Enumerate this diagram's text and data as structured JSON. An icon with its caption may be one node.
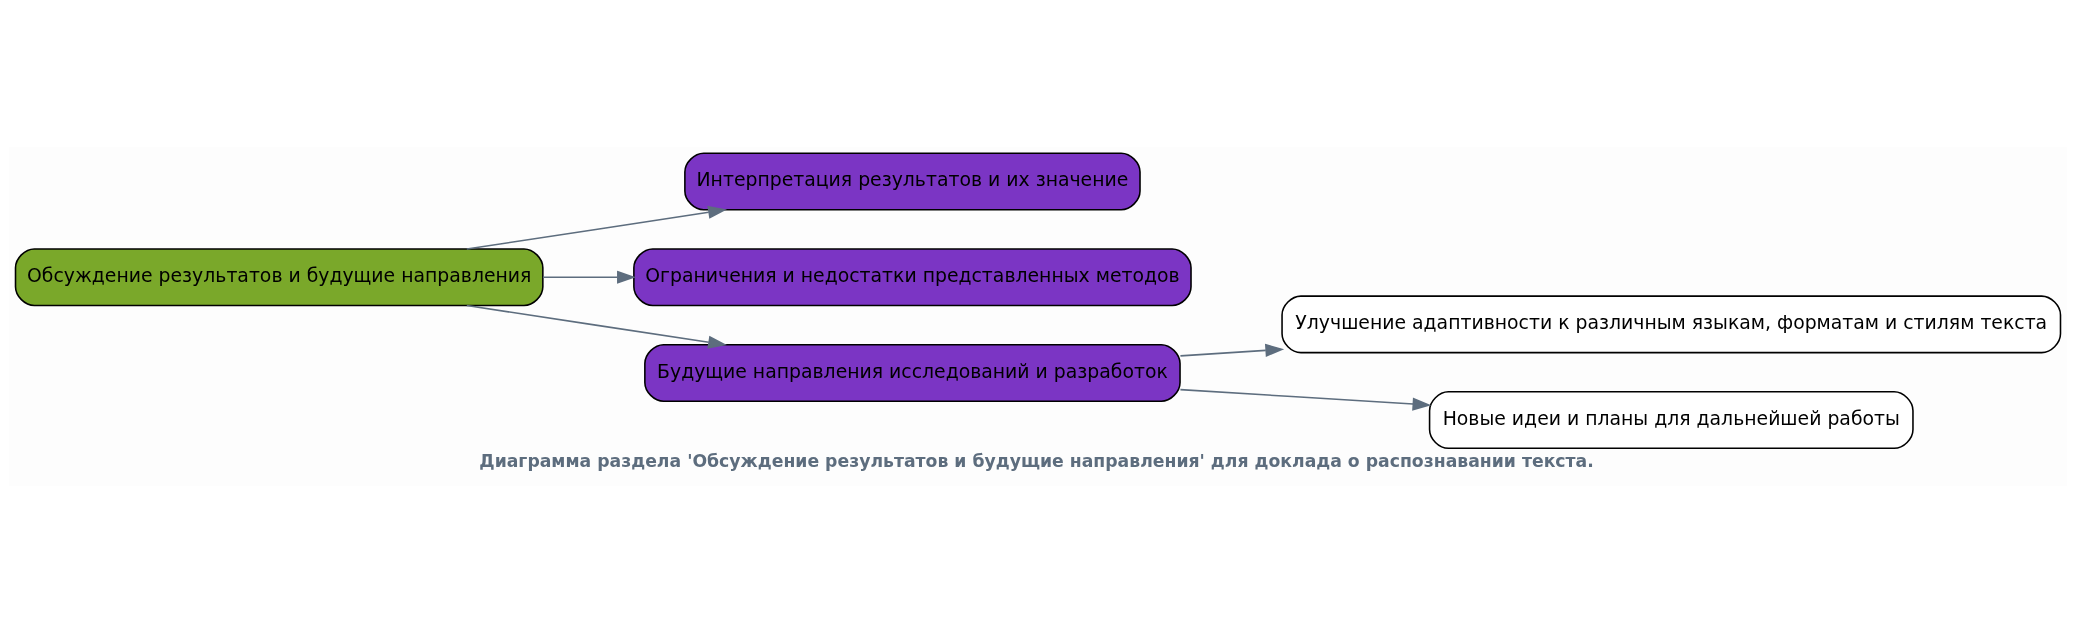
{
  "diagram": {
    "caption": "Диаграмма раздела 'Обсуждение результатов и будущие направления' для доклада о распознавании текста.",
    "nodes": [
      {
        "text": [
          "Обсуждение результатов и будущие направления"
        ]
      },
      {
        "text": [
          "Интерпретация результатов и их значение"
        ]
      },
      {
        "text": [
          "Ограничения и недостатки представленных методов"
        ]
      },
      {
        "text": [
          "Будущие направления исследований и разработок"
        ]
      },
      {
        "text": [
          "Улучшение адаптивности к различным языкам, форматам и стилям текста"
        ]
      },
      {
        "text": [
          "Новые идеи и планы для дальнейшей работы"
        ]
      }
    ],
    "edges": [
      {
        "from": 0,
        "to": 1,
        "arrow": "to"
      },
      {
        "from": 0,
        "to": 2,
        "arrow": "to"
      },
      {
        "from": 0,
        "to": 3,
        "arrow": "to"
      },
      {
        "from": 3,
        "to": 4,
        "arrow": "to"
      },
      {
        "from": 3,
        "to": 5,
        "arrow": "to"
      }
    ]
  }
}
